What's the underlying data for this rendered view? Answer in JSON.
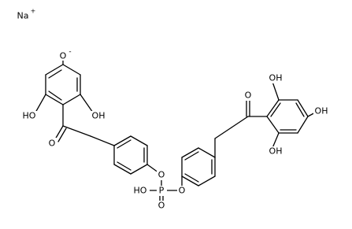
{
  "labels": {
    "sodium": "Na",
    "sodium_charge": "+",
    "oxide": "O",
    "oxide_charge": "-",
    "oh_left_a": "OH",
    "oh_left_b": "HO",
    "carbonyl_left": "O",
    "ether_left": "O",
    "phosphorus": "P",
    "p_hydroxyl": "HO",
    "p_oxo": "O",
    "ether_right": "O",
    "carbonyl_right": "O",
    "oh_right_top": "OH",
    "oh_right_para": "OH",
    "oh_right_bottom": "OH"
  },
  "colors": {
    "bond": "#000000",
    "text": "#000000",
    "background": "#ffffff"
  }
}
